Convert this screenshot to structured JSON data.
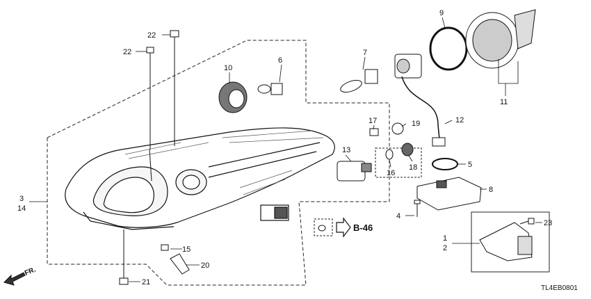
{
  "diagram": {
    "part_numbers": {
      "p1": "1",
      "p2": "2",
      "p3": "3",
      "p4": "4",
      "p5": "5",
      "p6": "6",
      "p7": "7",
      "p8": "8",
      "p9": "9",
      "p10": "10",
      "p11": "11",
      "p12": "12",
      "p13": "13",
      "p14": "14",
      "p15": "15",
      "p16": "16",
      "p17": "17",
      "p18": "18",
      "p19": "19",
      "p20": "20",
      "p21": "21",
      "p22a": "22",
      "p22b": "22",
      "p23": "23"
    },
    "reference_label": "B-46",
    "direction_label": "FR.",
    "diagram_code": "TL4EB0801"
  },
  "colors": {
    "line": "#111111",
    "dash": "#222222",
    "fill_light": "#f2f2f2",
    "fill_dark": "#444444"
  }
}
